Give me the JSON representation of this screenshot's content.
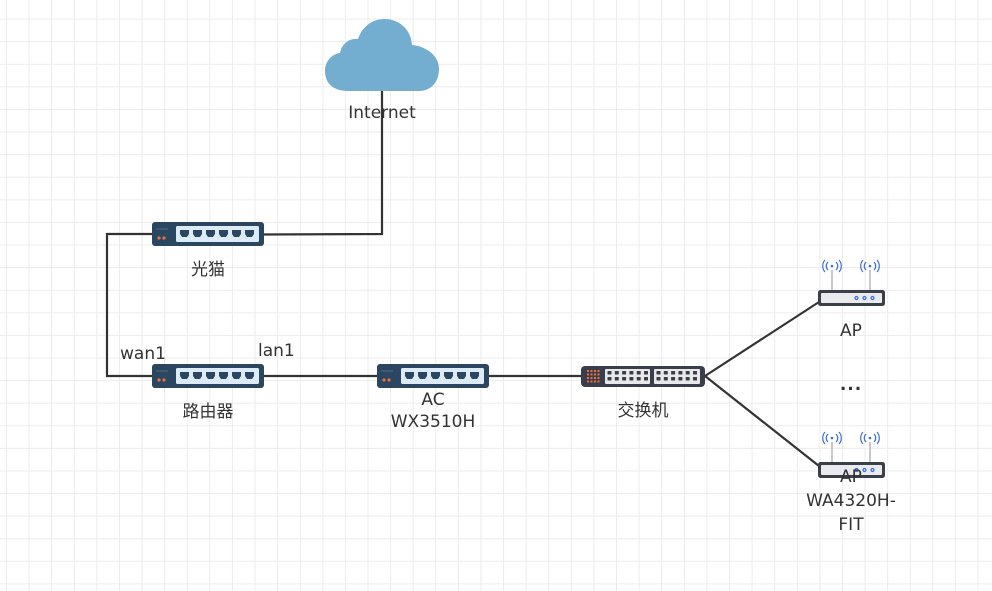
{
  "diagram": {
    "title": "Network topology",
    "colors": {
      "cloud": "#73aed0",
      "device_body": "#2b4661",
      "device_panel": "#dcebf5",
      "switch_body": "#3a3e4c",
      "switch_panel": "#e8e8e8",
      "led": "#e8703a",
      "ap_body": "#3b3f48",
      "ap_panel": "#e8eaee",
      "ap_signal": "#3b6fd0",
      "antenna": "#b7b7b7",
      "edge": "#333333",
      "grid": "#ececec",
      "text": "#333333"
    },
    "nodes": {
      "internet": {
        "label": "Internet",
        "icon": "cloud-icon"
      },
      "modem": {
        "label": "光猫",
        "icon": "modem-icon"
      },
      "router": {
        "label": "路由器",
        "icon": "router-icon",
        "port_wan": "wan1",
        "port_lan": "lan1"
      },
      "ac": {
        "label_line1": "AC",
        "label_line2": "WX3510H",
        "icon": "access-controller-icon"
      },
      "switch": {
        "label": "交换机",
        "icon": "switch-icon"
      },
      "ap_top": {
        "label": "AP",
        "icon": "access-point-icon"
      },
      "ap_ellipsis": {
        "label": "..."
      },
      "ap_bottom": {
        "label_line1": "AP",
        "label_line2": "WA4320H-",
        "label_line3": "FIT",
        "icon": "access-point-icon"
      }
    },
    "edges": [
      {
        "from": "internet",
        "to": "modem"
      },
      {
        "from": "modem",
        "to": "router",
        "port": "wan1"
      },
      {
        "from": "router",
        "to": "ac",
        "port": "lan1"
      },
      {
        "from": "ac",
        "to": "switch"
      },
      {
        "from": "switch",
        "to": "ap_top"
      },
      {
        "from": "switch",
        "to": "ap_bottom"
      }
    ]
  }
}
